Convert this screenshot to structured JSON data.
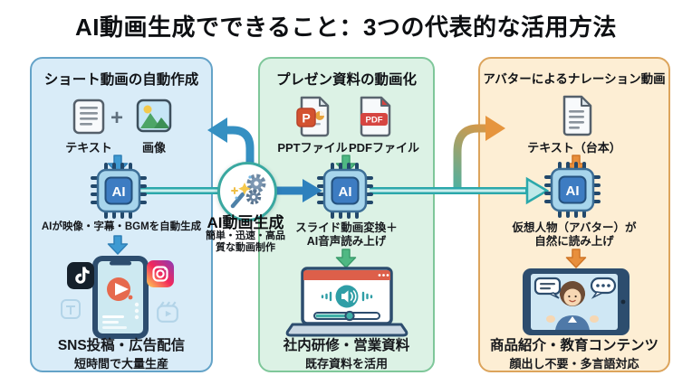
{
  "title": "AI動画生成でできること：3つの代表的な活用方法",
  "center": {
    "label": "AI動画生成",
    "subtitle_line1": "簡単・迅速・高品",
    "subtitle_line2": "質な動画制作"
  },
  "chip_label": "AI",
  "panels": {
    "short_video": {
      "header": "ショート動画の自動作成",
      "plus": "+",
      "input_labels": [
        "テキスト",
        "画像"
      ],
      "process_text": "AIが映像・字幕・BGMを自動生成",
      "output_title": "SNS投稿・広告配信",
      "output_subtitle": "短時間で大量生産"
    },
    "presentation": {
      "header": "プレゼン資料の動画化",
      "file_badges": {
        "ppt": "P",
        "pdf": "PDF"
      },
      "input_labels": [
        "PPTファイル",
        "PDFファイル"
      ],
      "process_line1": "スライド動画変換＋",
      "process_line2": "AI音声読み上げ",
      "output_title": "社内研修・営業資料",
      "output_subtitle": "既存資料を活用"
    },
    "avatar": {
      "header": "アバターによるナレーション動画",
      "input_label": "テキスト（台本）",
      "process_line1": "仮想人物（アバター）が",
      "process_line2": "自然に読み上げ",
      "output_title": "商品紹介・教育コンテンツ",
      "output_subtitle": "顔出し不要・多言語対応"
    }
  },
  "colors": {
    "panel_blue_bg": "#d9ecf8",
    "panel_blue_border": "#64a3c8",
    "panel_green_bg": "#dcf2e5",
    "panel_green_border": "#7fc79a",
    "panel_orange_bg": "#fdeed4",
    "panel_orange_border": "#dca45c",
    "teal_arrow": "#2ba8ab",
    "blue_arrow": "#2e81bd",
    "orange_arrow": "#e6953e",
    "green_arrow": "#4fb883"
  }
}
